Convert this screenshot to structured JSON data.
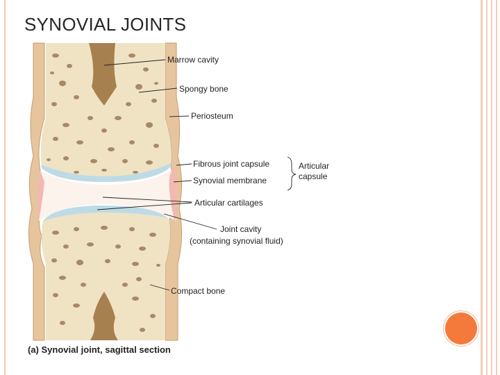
{
  "slide": {
    "title": "SYNOVIAL JOINTS"
  },
  "figure": {
    "caption": "(a) Synovial joint, sagittal section",
    "labels": {
      "marrow_cavity": "Marrow cavity",
      "spongy_bone": "Spongy bone",
      "periosteum": "Periosteum",
      "fibrous_joint_capsule": "Fibrous joint capsule",
      "synovial_membrane": "Synovial membrane",
      "articular_cartilages": "Articular cartilages",
      "joint_cavity_line1": "Joint cavity",
      "joint_cavity_line2": "(containing synovial fluid)",
      "compact_bone": "Compact bone",
      "articular_capsule_line1": "Articular",
      "articular_capsule_line2": "capsule"
    }
  },
  "colors": {
    "bone": "#efe3c4",
    "bone_pore": "#8a6a4a",
    "marrow": "#a7804f",
    "periosteum": "#e6c59e",
    "cartilage": "#bcdbe6",
    "synovial": "#f1b9b0",
    "accent_dot": "#f47a3c",
    "border": "#f4c7b3"
  }
}
